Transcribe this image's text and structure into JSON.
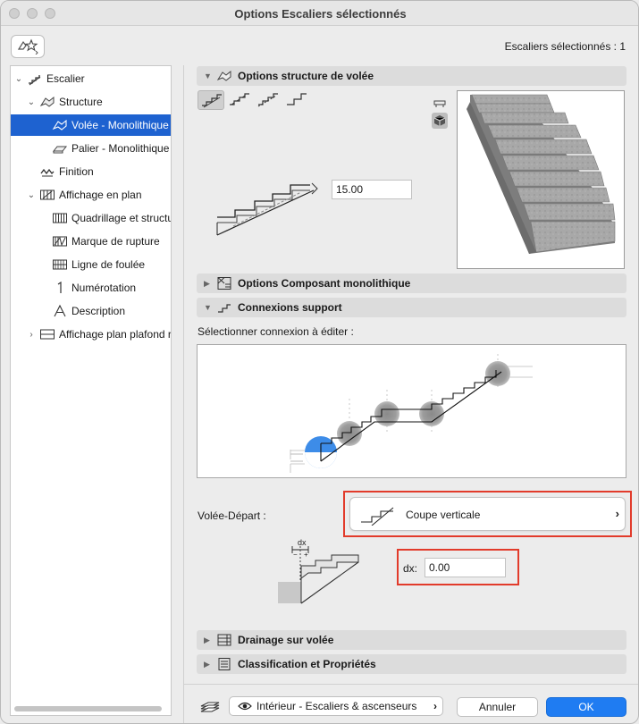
{
  "window": {
    "title": "Options Escaliers sélectionnés"
  },
  "header": {
    "selected_count": "Escaliers sélectionnés : 1"
  },
  "sidebar": {
    "items": [
      {
        "label": "Escalier",
        "icon": "stair-icon"
      },
      {
        "label": "Structure",
        "icon": "structure-icon"
      },
      {
        "label": "Volée - Monolithique",
        "icon": "flight-icon"
      },
      {
        "label": "Palier - Monolithique",
        "icon": "landing-icon"
      },
      {
        "label": "Finition",
        "icon": "finish-icon"
      },
      {
        "label": "Affichage en plan",
        "icon": "plan-display-icon"
      },
      {
        "label": "Quadrillage et structu",
        "icon": "grid-icon"
      },
      {
        "label": "Marque de rupture",
        "icon": "break-mark-icon"
      },
      {
        "label": "Ligne de foulée",
        "icon": "walkline-icon"
      },
      {
        "label": "Numérotation",
        "icon": "numbering-icon"
      },
      {
        "label": "Description",
        "icon": "description-icon"
      },
      {
        "label": "Affichage plan plafond r",
        "icon": "ceiling-plan-icon"
      }
    ]
  },
  "sections": {
    "flight_structure": "Options structure de volée",
    "monolithic_component": "Options Composant monolithique",
    "support_connections": "Connexions support",
    "drainage": "Drainage sur volée",
    "classification": "Classification et Propriétés"
  },
  "flight_structure": {
    "thickness_value": "15.00"
  },
  "connections": {
    "select_label": "Sélectionner connexion à éditer :",
    "start_label": "Volée-Départ :",
    "start_option": "Coupe verticale",
    "dx_label": "dx:",
    "dx_value": "0.00",
    "dx_diagram_label": "dx"
  },
  "footer": {
    "favorite_label": "Intérieur - Escaliers & ascenseurs",
    "cancel": "Annuler",
    "ok": "OK"
  },
  "colors": {
    "accent": "#1e62d0",
    "ok_button": "#1f7cf2",
    "highlight": "#e23b2b"
  }
}
